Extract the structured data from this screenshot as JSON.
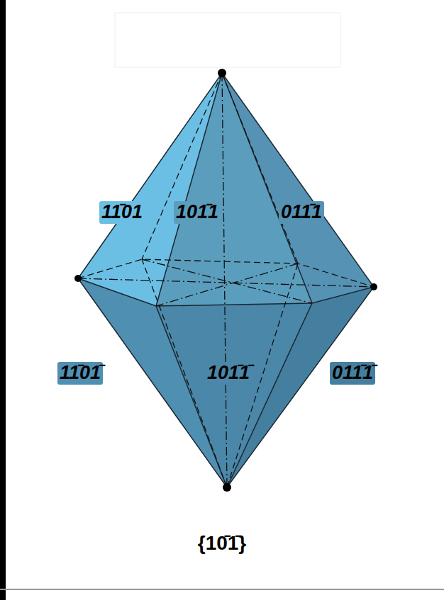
{
  "diagram": {
    "caption": "{10̄1̄}",
    "labels": [
      "11̄01",
      "101̄1",
      "011̄1",
      "11̄01̄",
      "101̄1̄",
      "011̄1̄"
    ]
  }
}
